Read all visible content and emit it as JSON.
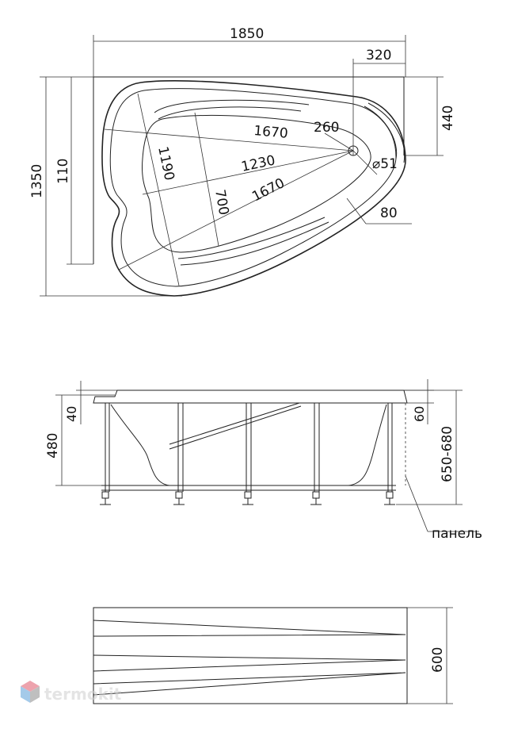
{
  "top_view": {
    "width": "1850",
    "drain_offset": "320",
    "height": "1350",
    "short_side": "110",
    "drain_depth": "440",
    "diag_long_1": "1670",
    "diag_long_2": "1670",
    "diag_mid": "1230",
    "inner_width": "1190",
    "inner_depth": "700",
    "drain_distance": "260",
    "drain_diameter": "⌀51",
    "rim": "80"
  },
  "side_view": {
    "rim_offset_left": "40",
    "bath_height": "480",
    "rim_offset_right": "60",
    "total_height": "650-680",
    "panel_label": "панель"
  },
  "panel_view": {
    "panel_height": "600"
  },
  "watermark": {
    "text": "termokit",
    "logo_colors": [
      "#e0596b",
      "#5aa0d8",
      "#8c8c8c"
    ]
  }
}
